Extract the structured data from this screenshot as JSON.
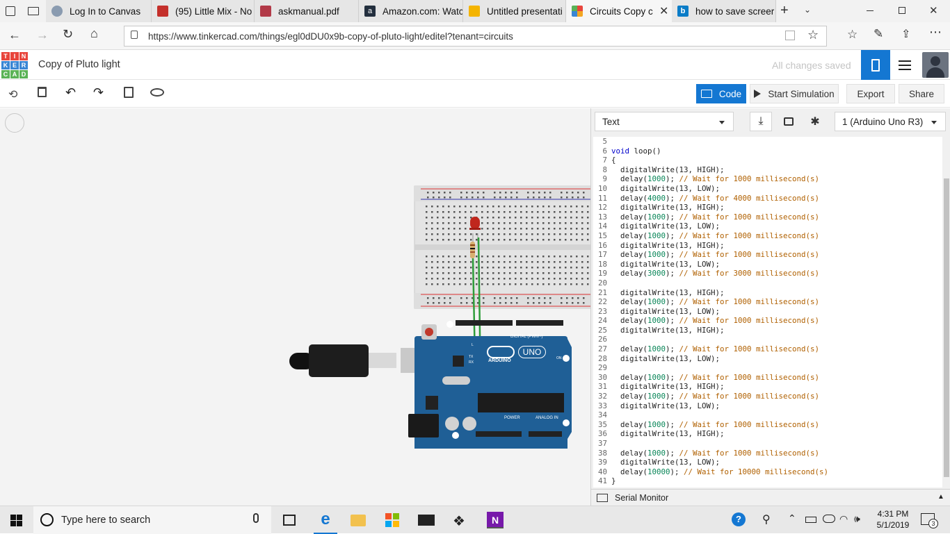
{
  "browser": {
    "tabs": [
      {
        "label": "Log In to Canvas",
        "color": "#8a9bb0"
      },
      {
        "label": "(95) Little Mix - No",
        "color": "#c4302b"
      },
      {
        "label": "askmanual.pdf",
        "color": "#b23a48"
      },
      {
        "label": "Amazon.com: Watc",
        "color": "#232f3e"
      },
      {
        "label": "Untitled presentati",
        "color": "#f4b400"
      },
      {
        "label": "Circuits Copy c",
        "color": "#e46b2d"
      },
      {
        "label": "how to save screer",
        "color": "#0a7cc7"
      }
    ],
    "url": "https://www.tinkercad.com/things/egl0dDU0x9b-copy-of-pluto-light/editel?tenant=circuits",
    "url_host": "www.tinkercad.com"
  },
  "app": {
    "logo_letters": [
      "T",
      "I",
      "N",
      "K",
      "E",
      "R",
      "C",
      "A",
      "D"
    ],
    "title": "Copy of Pluto light",
    "save_status": "All changes saved"
  },
  "toolbar": {
    "code_label": "Code",
    "simulate_label": "Start Simulation",
    "export_label": "Export",
    "share_label": "Share"
  },
  "code_panel": {
    "mode": "Text",
    "device": "1 (Arduino Uno R3)",
    "serial_monitor": "Serial Monitor",
    "lines": [
      {
        "n": "5",
        "segs": []
      },
      {
        "n": "6",
        "segs": [
          [
            "kw",
            "void"
          ],
          [
            "t",
            " loop()"
          ]
        ]
      },
      {
        "n": "7",
        "segs": [
          [
            "t",
            "{"
          ]
        ]
      },
      {
        "n": "8",
        "segs": [
          [
            "t",
            "  digitalWrite(13, HIGH);"
          ]
        ]
      },
      {
        "n": "9",
        "segs": [
          [
            "t",
            "  delay("
          ],
          [
            "num",
            "1000"
          ],
          [
            "t",
            "); "
          ],
          [
            "cmt",
            "// Wait for 1000 millisecond(s)"
          ]
        ]
      },
      {
        "n": "10",
        "segs": [
          [
            "t",
            "  digitalWrite(13, LOW);"
          ]
        ]
      },
      {
        "n": "11",
        "segs": [
          [
            "t",
            "  delay("
          ],
          [
            "num",
            "4000"
          ],
          [
            "t",
            "); "
          ],
          [
            "cmt",
            "// Wait for 4000 millisecond(s)"
          ]
        ]
      },
      {
        "n": "12",
        "segs": [
          [
            "t",
            "  digitalWrite(13, HIGH);"
          ]
        ]
      },
      {
        "n": "13",
        "segs": [
          [
            "t",
            "  delay("
          ],
          [
            "num",
            "1000"
          ],
          [
            "t",
            "); "
          ],
          [
            "cmt",
            "// Wait for 1000 millisecond(s)"
          ]
        ]
      },
      {
        "n": "14",
        "segs": [
          [
            "t",
            "  digitalWrite(13, LOW);"
          ]
        ]
      },
      {
        "n": "15",
        "segs": [
          [
            "t",
            "  delay("
          ],
          [
            "num",
            "1000"
          ],
          [
            "t",
            "); "
          ],
          [
            "cmt",
            "// Wait for 1000 millisecond(s)"
          ]
        ]
      },
      {
        "n": "16",
        "segs": [
          [
            "t",
            "  digitalWrite(13, HIGH);"
          ]
        ]
      },
      {
        "n": "17",
        "segs": [
          [
            "t",
            "  delay("
          ],
          [
            "num",
            "1000"
          ],
          [
            "t",
            "); "
          ],
          [
            "cmt",
            "// Wait for 1000 millisecond(s)"
          ]
        ]
      },
      {
        "n": "18",
        "segs": [
          [
            "t",
            "  digitalWrite(13, LOW);"
          ]
        ]
      },
      {
        "n": "19",
        "segs": [
          [
            "t",
            "  delay("
          ],
          [
            "num",
            "3000"
          ],
          [
            "t",
            "); "
          ],
          [
            "cmt",
            "// Wait for 3000 millisecond(s)"
          ]
        ]
      },
      {
        "n": "20",
        "segs": []
      },
      {
        "n": "21",
        "segs": [
          [
            "t",
            "  digitalWrite(13, HIGH);"
          ]
        ]
      },
      {
        "n": "22",
        "segs": [
          [
            "t",
            "  delay("
          ],
          [
            "num",
            "1000"
          ],
          [
            "t",
            "); "
          ],
          [
            "cmt",
            "// Wait for 1000 millisecond(s)"
          ]
        ]
      },
      {
        "n": "23",
        "segs": [
          [
            "t",
            "  digitalWrite(13, LOW);"
          ]
        ]
      },
      {
        "n": "24",
        "segs": [
          [
            "t",
            "  delay("
          ],
          [
            "num",
            "1000"
          ],
          [
            "t",
            "); "
          ],
          [
            "cmt",
            "// Wait for 1000 millisecond(s)"
          ]
        ]
      },
      {
        "n": "25",
        "segs": [
          [
            "t",
            "  digitalWrite(13, HIGH);"
          ]
        ]
      },
      {
        "n": "26",
        "segs": []
      },
      {
        "n": "27",
        "segs": [
          [
            "t",
            "  delay("
          ],
          [
            "num",
            "1000"
          ],
          [
            "t",
            "); "
          ],
          [
            "cmt",
            "// Wait for 1000 millisecond(s)"
          ]
        ]
      },
      {
        "n": "28",
        "segs": [
          [
            "t",
            "  digitalWrite(13, LOW);"
          ]
        ]
      },
      {
        "n": "29",
        "segs": []
      },
      {
        "n": "30",
        "segs": [
          [
            "t",
            "  delay("
          ],
          [
            "num",
            "1000"
          ],
          [
            "t",
            "); "
          ],
          [
            "cmt",
            "// Wait for 1000 millisecond(s)"
          ]
        ]
      },
      {
        "n": "31",
        "segs": [
          [
            "t",
            "  digitalWrite(13, HIGH);"
          ]
        ]
      },
      {
        "n": "32",
        "segs": [
          [
            "t",
            "  delay("
          ],
          [
            "num",
            "1000"
          ],
          [
            "t",
            "); "
          ],
          [
            "cmt",
            "// Wait for 1000 millisecond(s)"
          ]
        ]
      },
      {
        "n": "33",
        "segs": [
          [
            "t",
            "  digitalWrite(13, LOW);"
          ]
        ]
      },
      {
        "n": "34",
        "segs": []
      },
      {
        "n": "35",
        "segs": [
          [
            "t",
            "  delay("
          ],
          [
            "num",
            "1000"
          ],
          [
            "t",
            "); "
          ],
          [
            "cmt",
            "// Wait for 1000 millisecond(s)"
          ]
        ]
      },
      {
        "n": "36",
        "segs": [
          [
            "t",
            "  digitalWrite(13, HIGH);"
          ]
        ]
      },
      {
        "n": "37",
        "segs": []
      },
      {
        "n": "38",
        "segs": [
          [
            "t",
            "  delay("
          ],
          [
            "num",
            "1000"
          ],
          [
            "t",
            "); "
          ],
          [
            "cmt",
            "// Wait for 1000 millisecond(s)"
          ]
        ]
      },
      {
        "n": "39",
        "segs": [
          [
            "t",
            "  digitalWrite(13, LOW);"
          ]
        ]
      },
      {
        "n": "40",
        "segs": [
          [
            "t",
            "  delay("
          ],
          [
            "num",
            "10000"
          ],
          [
            "t",
            "); "
          ],
          [
            "cmt",
            "// Wait for 10000 millisecond(s)"
          ]
        ]
      },
      {
        "n": "41",
        "segs": [
          [
            "t",
            "}"
          ]
        ]
      }
    ]
  },
  "board": {
    "brand": "ARDUINO",
    "model": "UNO",
    "digital_label": "DIGITAL (PWM~)",
    "power_label": "POWER",
    "analog_label": "ANALOG IN",
    "on_label": "ON",
    "l_label": "L",
    "tx_label": "TX",
    "rx_label": "RX"
  },
  "taskbar": {
    "search_placeholder": "Type here to search",
    "time": "4:31 PM",
    "date": "5/1/2019",
    "notifications": "3"
  },
  "colors": {
    "accent": "#1477d2",
    "board": "#1f5f96",
    "tinkercad_red": "#e8453c"
  }
}
